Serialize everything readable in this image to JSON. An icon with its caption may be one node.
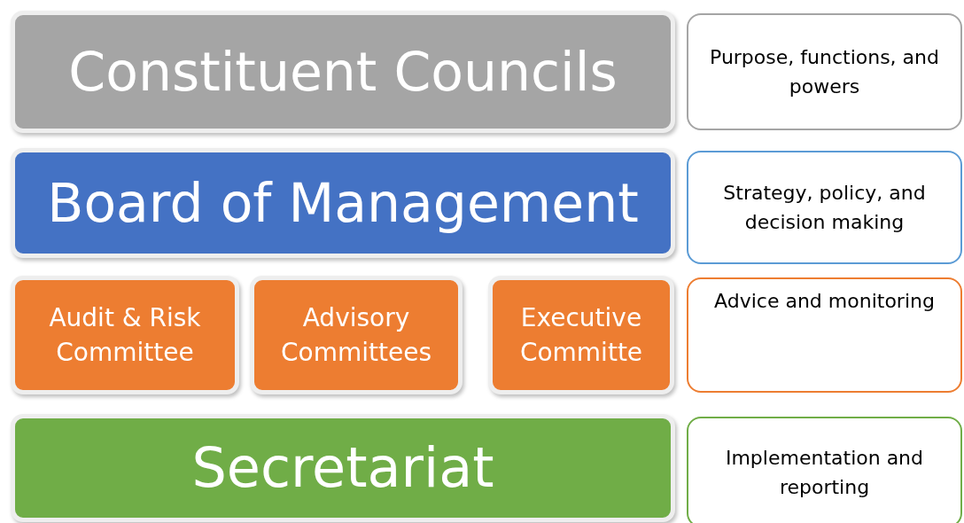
{
  "diagram": {
    "nodes": [
      {
        "text": [
          "Constituent Councils"
        ]
      },
      {
        "text": [
          "Purpose, functions, and powers"
        ]
      },
      {
        "text": [
          "Board of Management"
        ]
      },
      {
        "text": [
          "Strategy, policy, and decision making"
        ]
      },
      {
        "text": [
          "Audit & Risk Committee"
        ]
      },
      {
        "text": [
          "Advisory Committees"
        ]
      },
      {
        "text": [
          "Executive Committe"
        ]
      },
      {
        "text": [
          "Advice and monitoring"
        ]
      },
      {
        "text": [
          "Secretariat"
        ]
      },
      {
        "text": [
          "Implementation and reporting"
        ]
      }
    ]
  }
}
